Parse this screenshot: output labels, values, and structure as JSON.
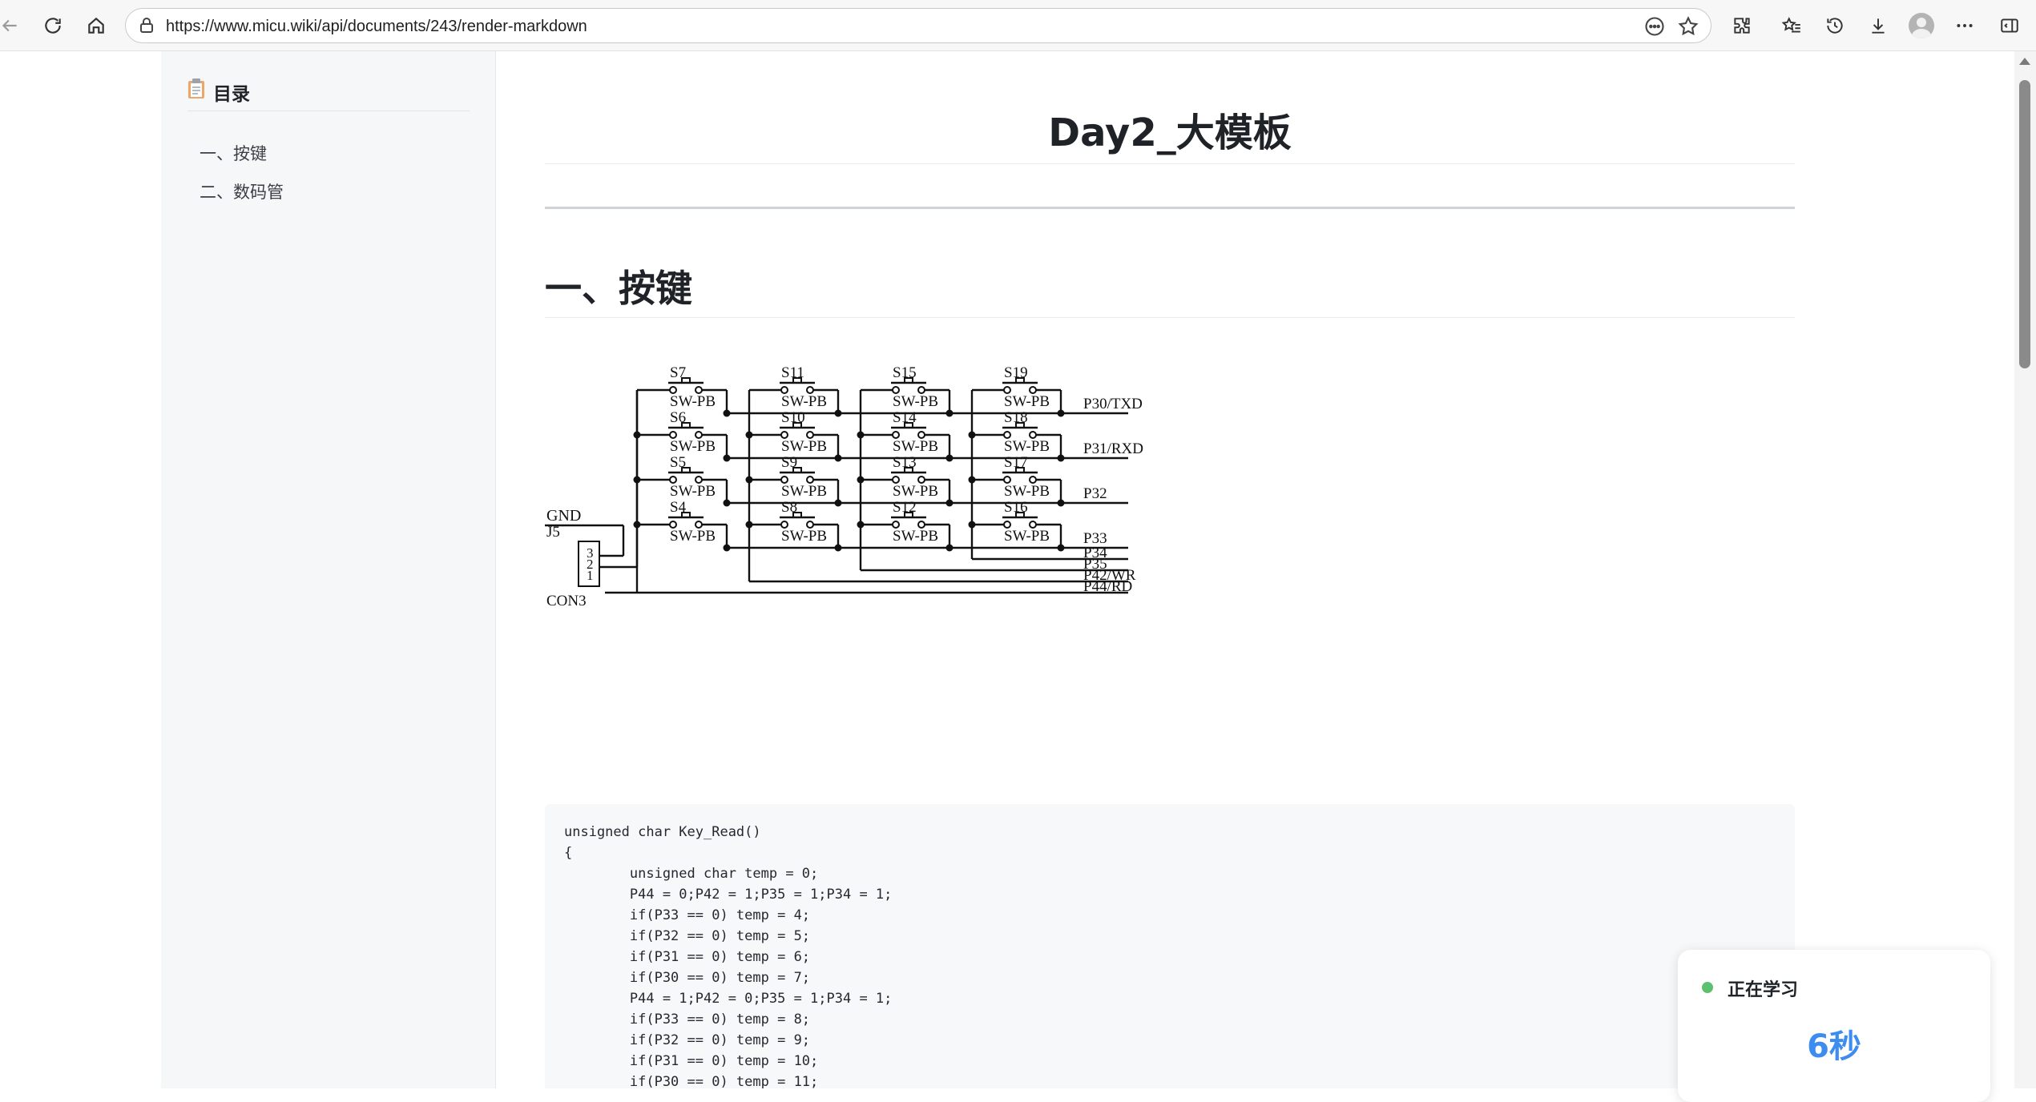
{
  "browser": {
    "url": "https://www.micu.wiki/api/documents/243/render-markdown"
  },
  "toc": {
    "title": "目录",
    "items": [
      {
        "label": "一、按键"
      },
      {
        "label": "二、数码管"
      }
    ]
  },
  "document": {
    "title": "Day2_大模板",
    "section1_heading": "一、按键"
  },
  "schematic": {
    "switches": [
      "S7",
      "S11",
      "S15",
      "S19",
      "S6",
      "S10",
      "S14",
      "S18",
      "S5",
      "S9",
      "S13",
      "S17",
      "S4",
      "S8",
      "S12",
      "S16"
    ],
    "switch_type": "SW-PB",
    "row_nets": [
      "P30/TXD",
      "P31/RXD",
      "P32",
      "P33"
    ],
    "col_nets": [
      "P34",
      "P35",
      "P42/WR",
      "P44/RD"
    ],
    "gnd_label": "GND",
    "connector_ref": "J5",
    "connector_name": "CON3",
    "connector_pins": [
      "3",
      "2",
      "1"
    ]
  },
  "code": {
    "lines": [
      "unsigned char Key_Read()",
      "{",
      "        unsigned char temp = 0;",
      "        P44 = 0;P42 = 1;P35 = 1;P34 = 1;",
      "        if(P33 == 0) temp = 4;",
      "        if(P32 == 0) temp = 5;",
      "        if(P31 == 0) temp = 6;",
      "        if(P30 == 0) temp = 7;",
      "        P44 = 1;P42 = 0;P35 = 1;P34 = 1;",
      "        if(P33 == 0) temp = 8;",
      "        if(P32 == 0) temp = 9;",
      "        if(P31 == 0) temp = 10;",
      "        if(P30 == 0) temp = 11;"
    ]
  },
  "widget": {
    "status": "正在学习",
    "timer": "6秒"
  },
  "colors": {
    "accent": "#3d8cf0",
    "status_dot": "#5cc06f"
  }
}
